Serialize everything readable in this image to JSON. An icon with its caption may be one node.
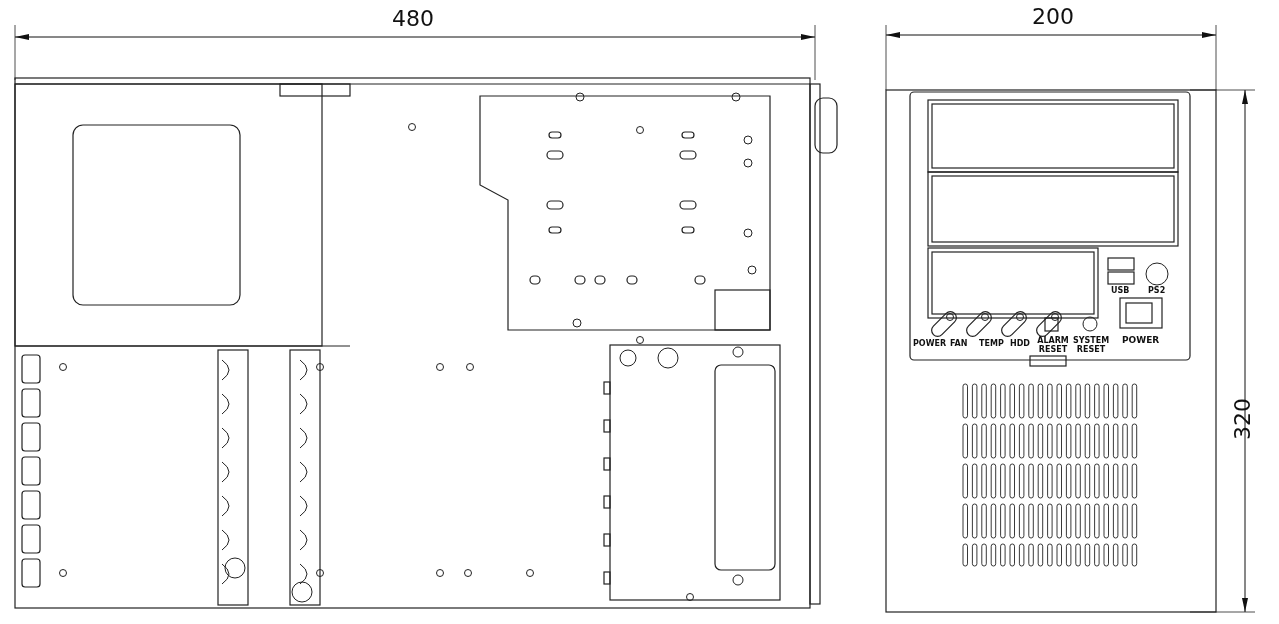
{
  "diagram": {
    "labels": [
      "480",
      "200",
      "320",
      "POWER",
      "FAN",
      "TEMP",
      "HDD",
      "ALARM RESET",
      "SYSTEM RESET",
      "USB",
      "PS2",
      "POWER"
    ]
  }
}
